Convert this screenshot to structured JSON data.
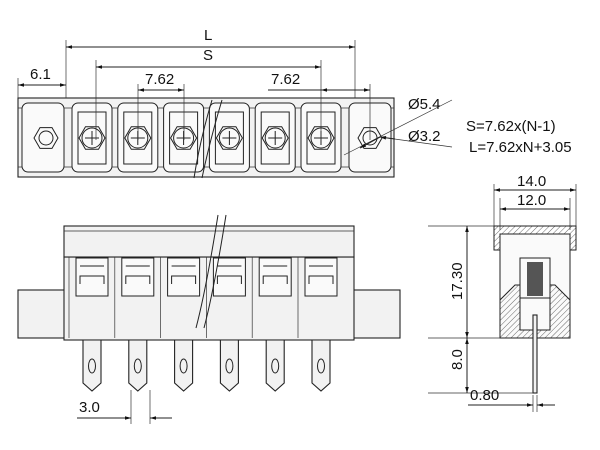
{
  "dimensions": {
    "length": "L",
    "span": "S",
    "end_offset": "6.1",
    "pitch_left": "7.62",
    "pitch_right": "7.62",
    "outer_diameter": "Ø5.4",
    "hole_diameter": "Ø3.2",
    "outer_width": "14.0",
    "inner_width": "12.0",
    "body_height": "17.30",
    "pin_length": "8.0",
    "pin_width": "3.0",
    "pin_thickness": "0.80"
  },
  "formulas": {
    "span": "S=7.62x(N-1)",
    "length": "L=7.62xN+3.05"
  },
  "terminal_count_shown": 6
}
